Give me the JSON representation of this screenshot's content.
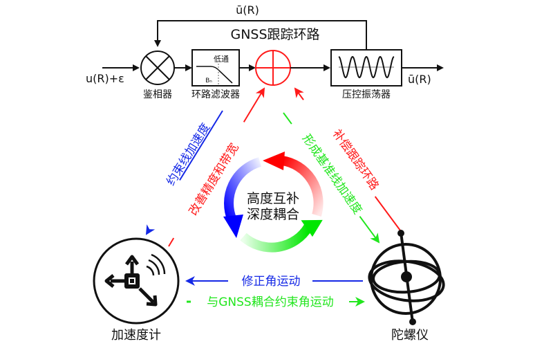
{
  "loop": {
    "title": "GNSS跟踪环路",
    "feedback_label": "ū(R)",
    "input_label": "u(R)+ε",
    "output_label": "ū(R)",
    "blocks": {
      "phase_detector": "鉴相器",
      "loop_filter": "环路滤波器",
      "loop_filter_inner_label": "低通",
      "loop_filter_bandwidth": "Bₙ",
      "vco": "压控振荡器"
    }
  },
  "center": {
    "line1": "高度互补",
    "line2": "深度耦合"
  },
  "links": {
    "accel_to_loop": "约束线加速度",
    "loop_to_accel": "改善精度和带宽",
    "gyro_to_loop": "补偿跟踪环路",
    "loop_to_gyro": "形成基准线加速度",
    "gyro_to_accel": "修正角运动",
    "accel_to_gyro": "与GNSS耦合约束角运动"
  },
  "sensors": {
    "accelerometer": "加速度计",
    "gyroscope": "陀螺仪"
  },
  "colors": {
    "red": "#ff1a1a",
    "blue": "#1428e6",
    "green": "#22e61e",
    "black": "#111111"
  }
}
